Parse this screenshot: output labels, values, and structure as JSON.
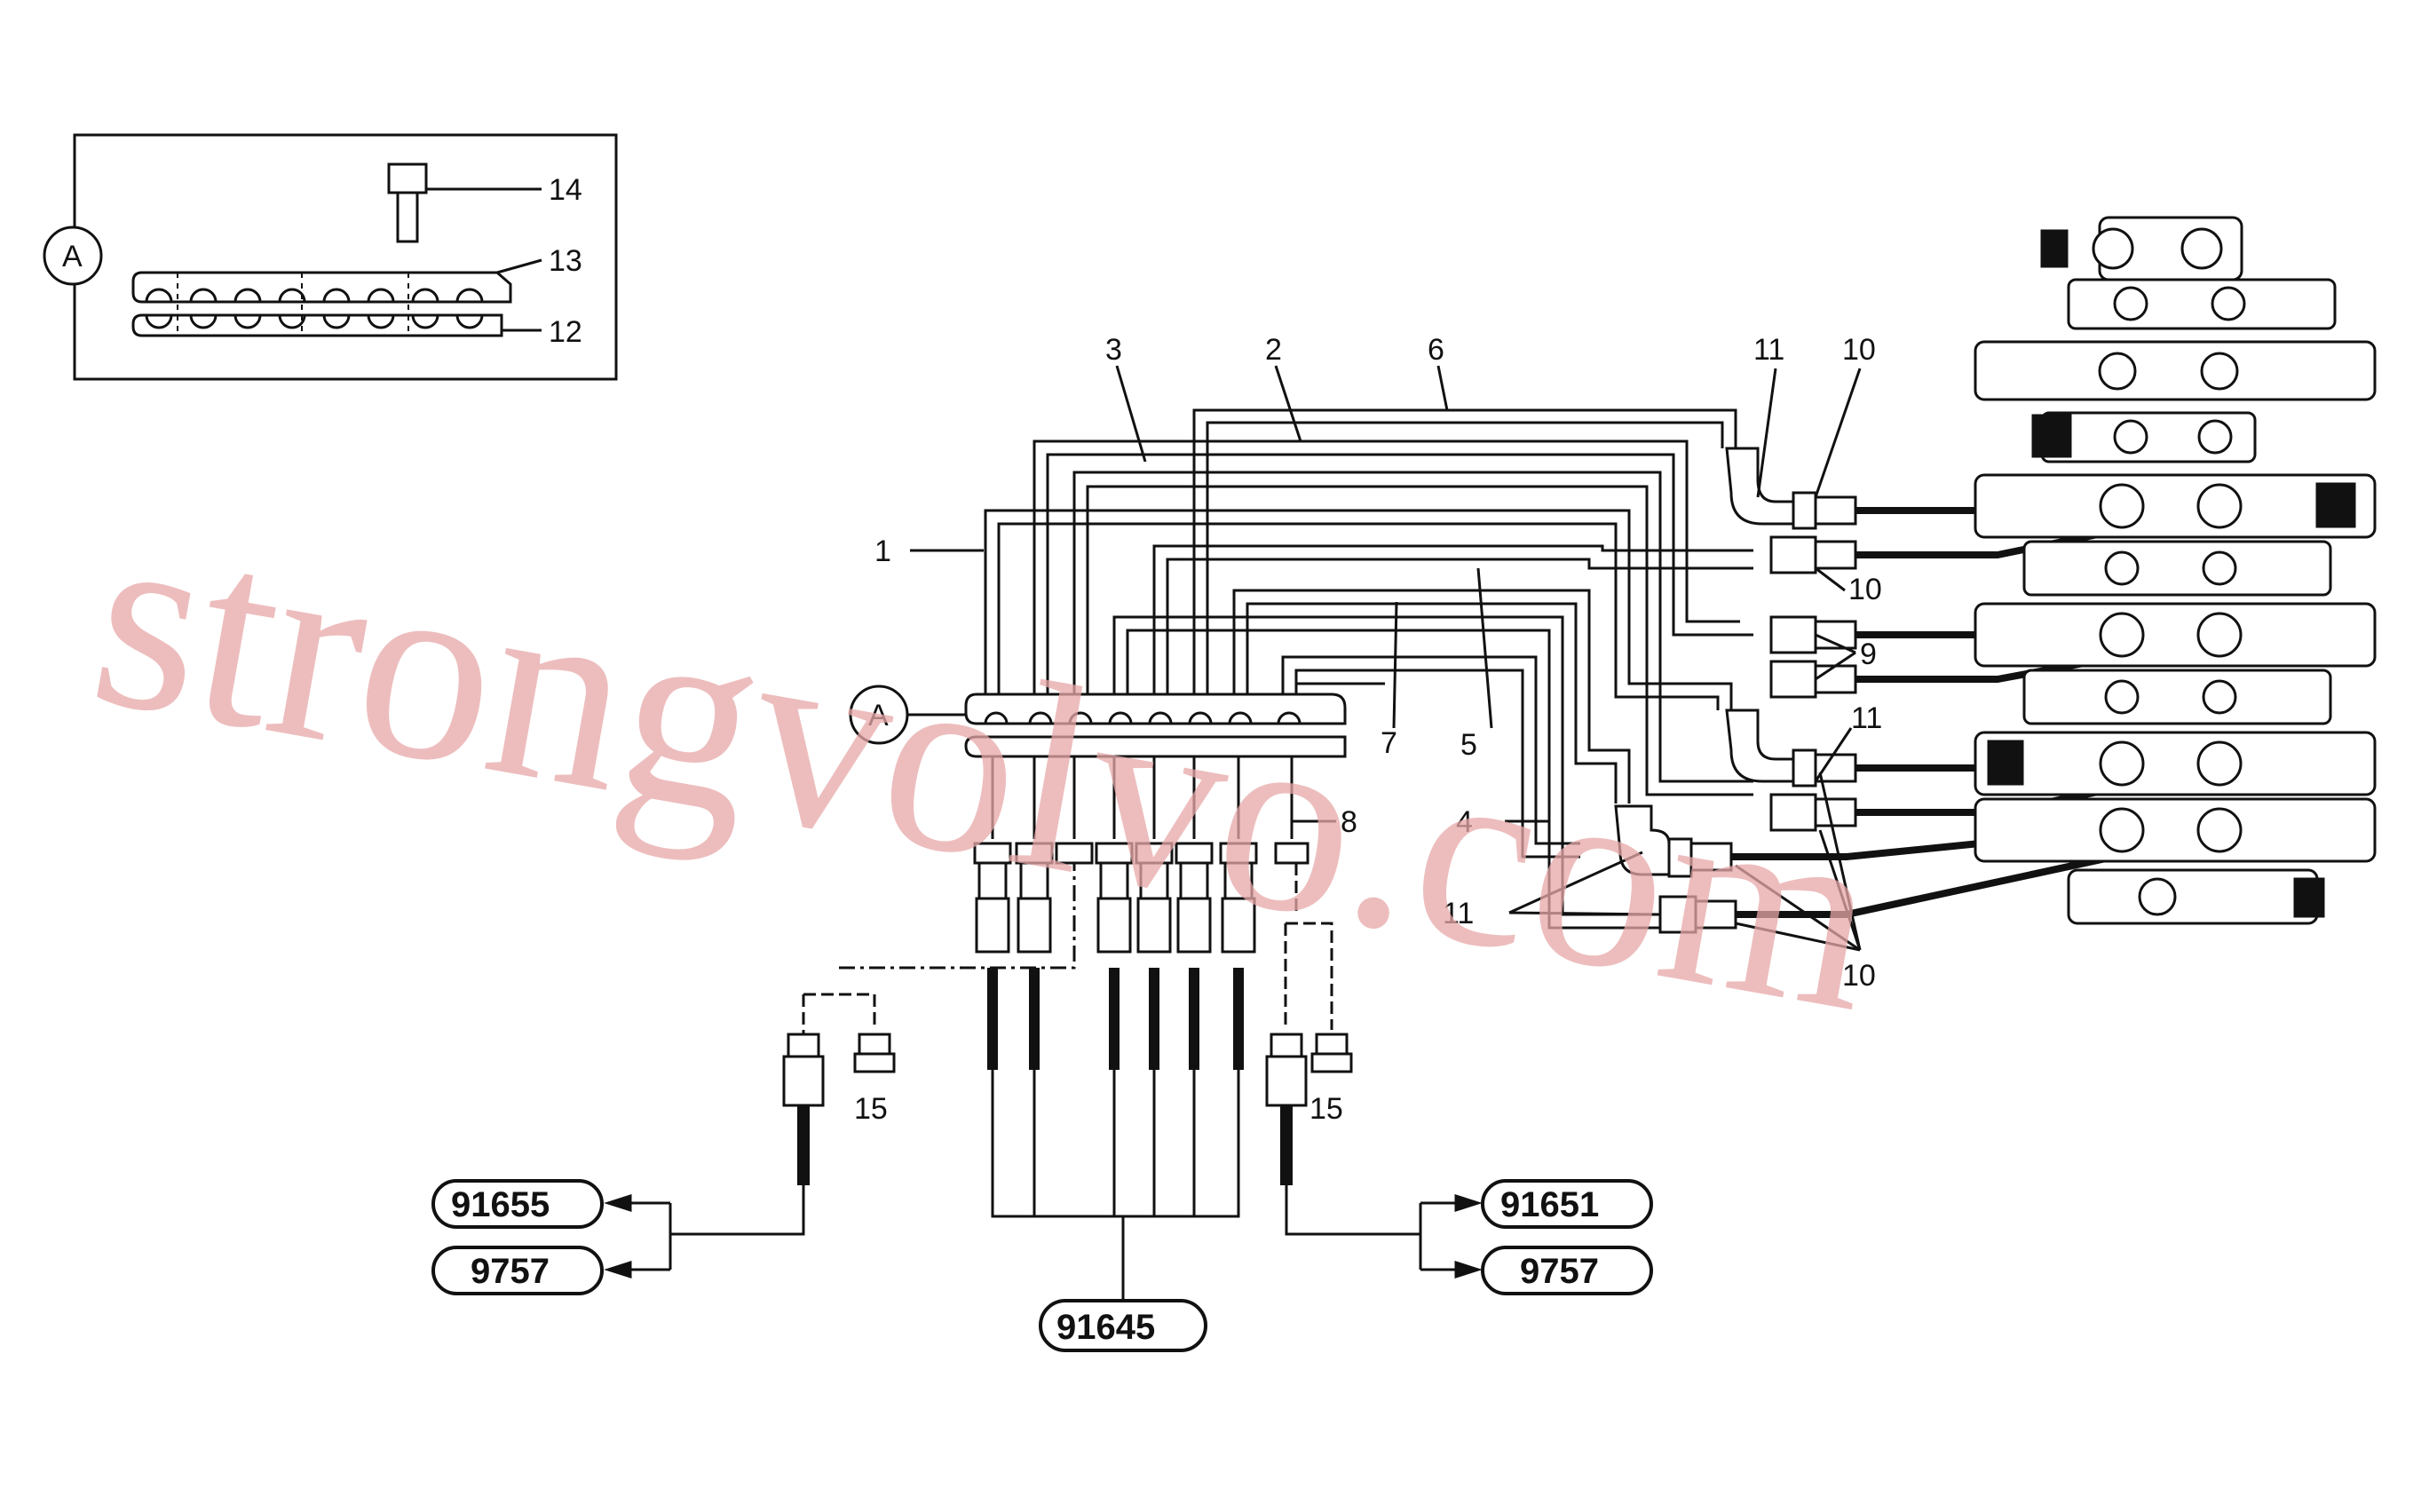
{
  "inset": {
    "callout": "A",
    "labels": [
      "14",
      "13",
      "12"
    ]
  },
  "callout_main": "A",
  "hose_labels": {
    "h1": "1",
    "h2": "2",
    "h3": "3",
    "h4": "4",
    "h5": "5",
    "h6": "6",
    "h7": "7",
    "h8": "8"
  },
  "fitting_labels": {
    "l11a": "11",
    "l10a": "10",
    "l10b": "10",
    "l9": "9",
    "l11b": "11",
    "l11c": "11",
    "l10c": "10",
    "l15a": "15",
    "l15b": "15"
  },
  "references": {
    "r91655": "91655",
    "r9757a": "9757",
    "r91645": "91645",
    "r91651": "91651",
    "r9757b": "9757"
  },
  "watermark": "strongvolvo.com",
  "colors": {
    "line": "#111111",
    "watermark": "#e8a8a8",
    "background": "#ffffff"
  }
}
